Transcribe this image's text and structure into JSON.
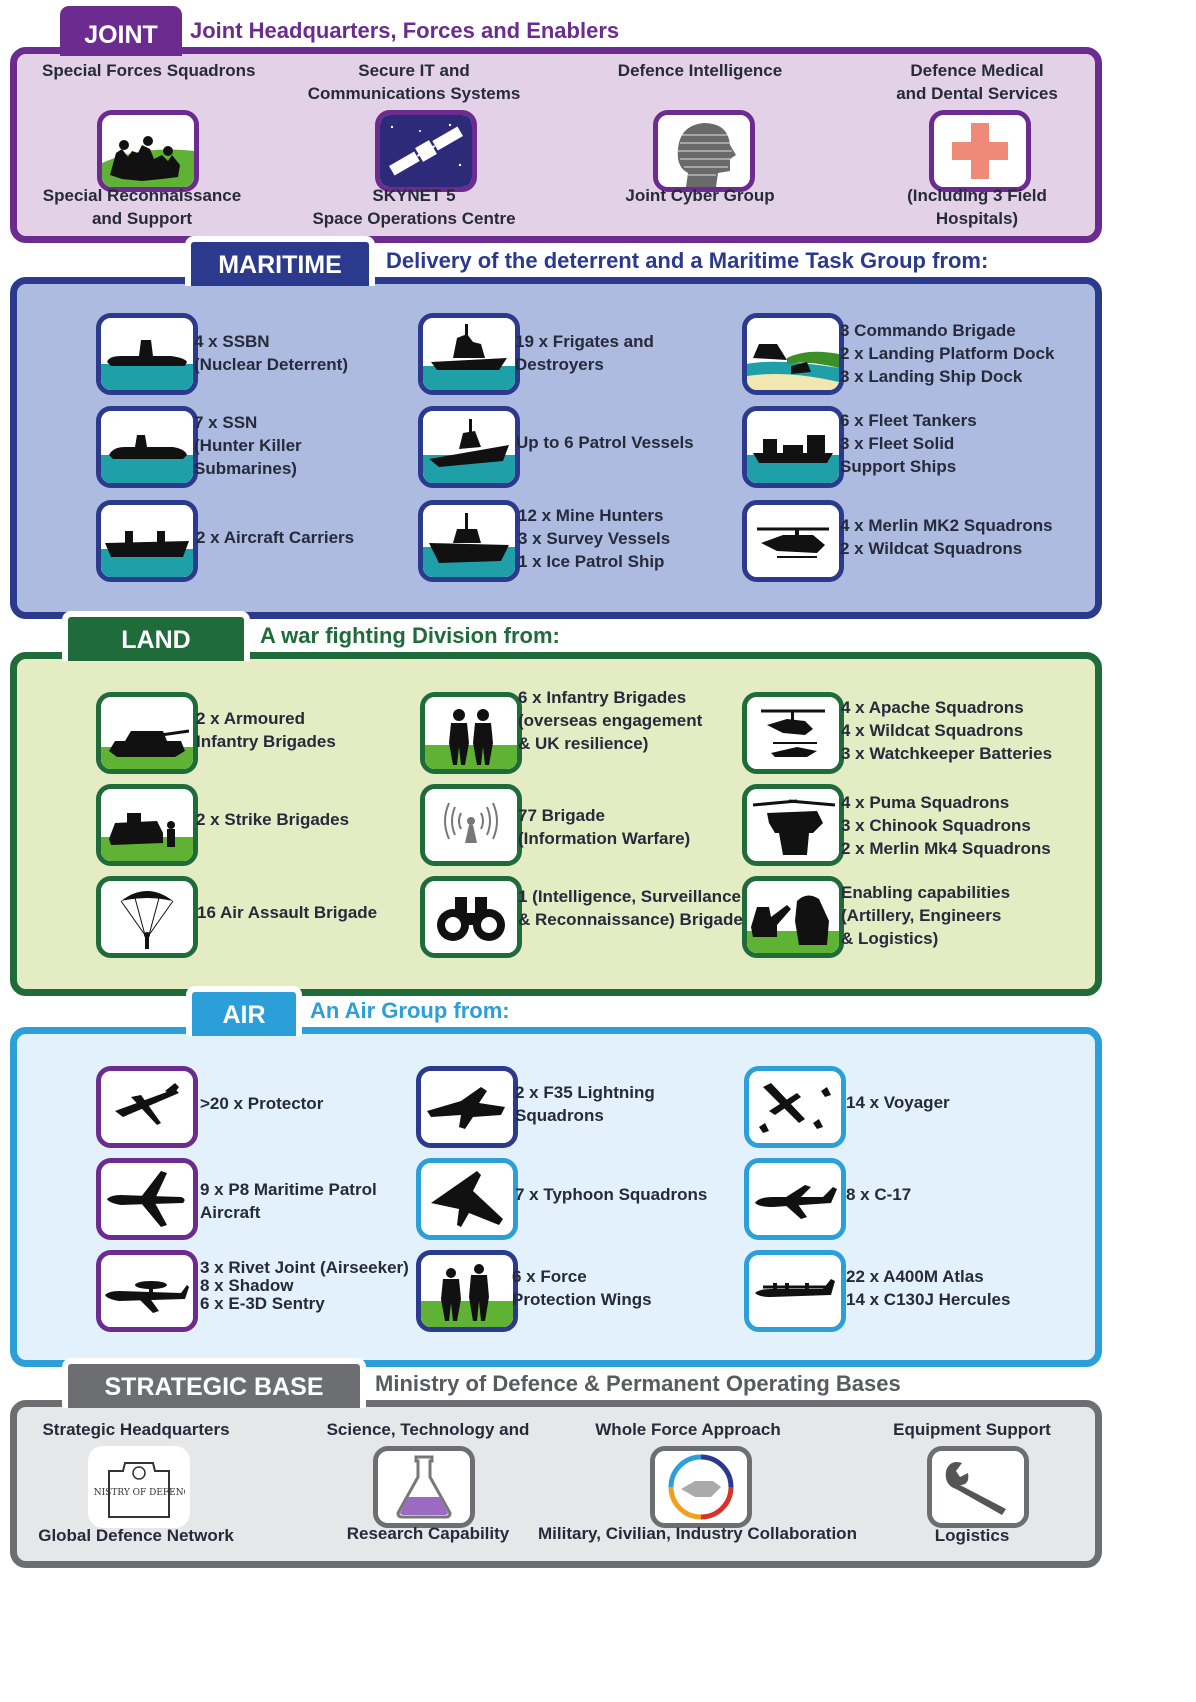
{
  "colors": {
    "joint": "#6c2c8f",
    "joint_fill": "#e3d2e7",
    "maritime": "#2b3a8d",
    "maritime_fill": "#aebbe0",
    "land": "#1f6b3a",
    "land_fill": "#e4ecc4",
    "air": "#2c9fd8",
    "air_fill": "#e2f1fb",
    "base": "#6d6e71",
    "base_fill": "#e6e7e8"
  },
  "joint": {
    "tab": "JOINT",
    "heading": "Joint Headquarters,  Forces and Enablers",
    "items": [
      {
        "top": [
          "Special Forces Squadrons"
        ],
        "bottom": [
          "Special Reconnaissance",
          "and Support"
        ],
        "icon": "special-forces-icon"
      },
      {
        "top": [
          "Secure IT and",
          "Communications Systems"
        ],
        "bottom": [
          "SKYNET 5",
          "Space Operations Centre"
        ],
        "icon": "satellite-icon"
      },
      {
        "top": [
          "Defence Intelligence"
        ],
        "bottom": [
          "Joint Cyber Group"
        ],
        "icon": "cyber-head-icon"
      },
      {
        "top": [
          "Defence Medical",
          "and Dental Services"
        ],
        "bottom": [
          "(Including 3 Field",
          "Hospitals)"
        ],
        "icon": "medical-cross-icon"
      }
    ]
  },
  "maritime": {
    "tab": "MARITIME",
    "heading": "Delivery of the deterrent and a Maritime Task Group from:",
    "items": [
      {
        "lines": [
          "4 x SSBN",
          "(Nuclear Deterrent)"
        ],
        "icon": "ssbn-submarine-icon"
      },
      {
        "lines": [
          "19 x Frigates and",
          "Destroyers"
        ],
        "icon": "frigate-icon"
      },
      {
        "lines": [
          "3 Commando Brigade",
          "2 x Landing Platform Dock",
          "3 x Landing Ship Dock"
        ],
        "icon": "landing-craft-icon"
      },
      {
        "lines": [
          "7 x SSN",
          "(Hunter Killer",
          "Submarines)"
        ],
        "icon": "ssn-submarine-icon"
      },
      {
        "lines": [
          "Up to 6 Patrol Vessels"
        ],
        "icon": "patrol-vessel-icon"
      },
      {
        "lines": [
          "6 x Fleet Tankers",
          "3 x Fleet Solid",
          "Support Ships"
        ],
        "icon": "fleet-tanker-icon"
      },
      {
        "lines": [
          "2 x Aircraft Carriers"
        ],
        "icon": "aircraft-carrier-icon"
      },
      {
        "lines": [
          "12 x Mine Hunters",
          "3 x Survey Vessels",
          "1 x Ice Patrol Ship"
        ],
        "icon": "mine-hunter-icon"
      },
      {
        "lines": [
          "4 x Merlin MK2 Squadrons",
          "2 x Wildcat Squadrons"
        ],
        "icon": "merlin-helicopter-icon"
      }
    ]
  },
  "land": {
    "tab": "LAND",
    "heading": "A war fighting Division from:",
    "items": [
      {
        "lines": [
          "2 x Armoured",
          "Infantry Brigades"
        ],
        "icon": "tank-icon"
      },
      {
        "lines": [
          "6 x Infantry Brigades",
          "(overseas engagement",
          "& UK resilience)"
        ],
        "icon": "infantry-soldiers-icon"
      },
      {
        "lines": [
          "4 x Apache Squadrons",
          "4 x Wildcat Squadrons",
          "3 x Watchkeeper Batteries"
        ],
        "icon": "apache-helicopter-icon"
      },
      {
        "lines": [
          "2 x Strike Brigades"
        ],
        "icon": "armoured-vehicle-icon"
      },
      {
        "lines": [
          "77  Brigade",
          "(Information Warfare)"
        ],
        "icon": "broadcast-signal-icon"
      },
      {
        "lines": [
          "4 x Puma Squadrons",
          "3 x Chinook Squadrons",
          "2 x Merlin Mk4 Squadrons"
        ],
        "icon": "chinook-helicopter-icon"
      },
      {
        "lines": [
          "16 Air Assault Brigade"
        ],
        "icon": "parachute-icon"
      },
      {
        "lines": [
          "1 (Intelligence, Surveillance",
          "& Reconnaissance) Brigade"
        ],
        "icon": "binoculars-icon"
      },
      {
        "lines": [
          "Enabling capabilities",
          "(Artillery, Engineers",
          "& Logistics)"
        ],
        "icon": "engineer-digger-icon"
      }
    ]
  },
  "air": {
    "tab": "AIR",
    "heading": "An Air Group from:",
    "items": [
      {
        "lines": [
          ">20 x Protector"
        ],
        "icon": "protector-drone-icon"
      },
      {
        "lines": [
          "2 x F35 Lightning",
          "Squadrons"
        ],
        "icon": "f35-jet-icon"
      },
      {
        "lines": [
          "14 x Voyager"
        ],
        "icon": "voyager-tanker-icon"
      },
      {
        "lines": [
          "9 x P8 Maritime Patrol",
          "Aircraft"
        ],
        "icon": "p8-aircraft-icon"
      },
      {
        "lines": [
          "7 x Typhoon Squadrons"
        ],
        "icon": "typhoon-jet-icon"
      },
      {
        "lines": [
          "8 x C-17"
        ],
        "icon": "c17-transport-icon"
      },
      {
        "lines": [
          "3 x Rivet Joint (Airseeker)",
          "8 x Shadow",
          "6 x E-3D Sentry"
        ],
        "icon": "sentry-aircraft-icon"
      },
      {
        "lines": [
          "6 x Force",
          "Protection Wings"
        ],
        "icon": "force-protection-icon"
      },
      {
        "lines": [
          "22 x A400M Atlas",
          "14 x C130J Hercules"
        ],
        "icon": "a400m-transport-icon"
      }
    ]
  },
  "base": {
    "tab": "STRATEGIC BASE",
    "heading": "Ministry of Defence & Permanent Operating Bases",
    "items": [
      {
        "top": [
          "Strategic Headquarters"
        ],
        "bottom": [
          "Global Defence Network"
        ],
        "icon": "mod-crest-icon",
        "logo_text": "MINISTRY OF DEFENCE"
      },
      {
        "top": [
          "Science, Technology and"
        ],
        "bottom": [
          "Research Capability"
        ],
        "icon": "flask-icon"
      },
      {
        "top": [
          "Whole Force Approach"
        ],
        "bottom": [
          "Military, Civilian, Industry Collaboration"
        ],
        "icon": "handshake-icon"
      },
      {
        "top": [
          "Equipment Support"
        ],
        "bottom": [
          "Logistics"
        ],
        "icon": "wrench-icon"
      }
    ]
  }
}
